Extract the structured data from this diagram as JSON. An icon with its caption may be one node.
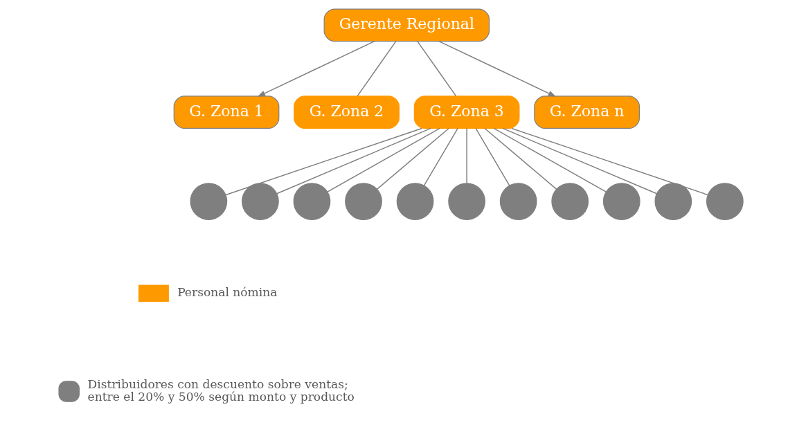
{
  "diagram": {
    "nodes": [
      {
        "text": [
          "Gerente Regional"
        ]
      },
      {
        "text": [
          "G. Zona 1"
        ]
      },
      {
        "text": [
          "G. Zona 2"
        ]
      },
      {
        "text": [
          "G. Zona 3"
        ]
      },
      {
        "text": [
          "G. Zona n"
        ]
      },
      {
        "text": [],
        "shape": "circle"
      },
      {
        "text": [],
        "shape": "circle"
      },
      {
        "text": [],
        "shape": "circle"
      },
      {
        "text": [],
        "shape": "circle"
      },
      {
        "text": [],
        "shape": "circle"
      },
      {
        "text": [],
        "shape": "circle"
      },
      {
        "text": [],
        "shape": "circle"
      },
      {
        "text": [],
        "shape": "circle"
      },
      {
        "text": [],
        "shape": "circle"
      },
      {
        "text": [],
        "shape": "circle"
      },
      {
        "text": [],
        "shape": "circle"
      }
    ],
    "edges": [
      {
        "from": 0,
        "to": 1,
        "arrow": "to"
      },
      {
        "from": 0,
        "to": 2,
        "arrow": "none"
      },
      {
        "from": 0,
        "to": 3,
        "arrow": "none"
      },
      {
        "from": 0,
        "to": 4,
        "arrow": "to"
      },
      {
        "from": 3,
        "to": 5,
        "arrow": "none"
      },
      {
        "from": 3,
        "to": 6,
        "arrow": "none"
      },
      {
        "from": 3,
        "to": 7,
        "arrow": "none"
      },
      {
        "from": 3,
        "to": 8,
        "arrow": "none"
      },
      {
        "from": 3,
        "to": 9,
        "arrow": "none"
      },
      {
        "from": 3,
        "to": 10,
        "arrow": "none"
      },
      {
        "from": 3,
        "to": 11,
        "arrow": "none"
      },
      {
        "from": 3,
        "to": 12,
        "arrow": "none"
      },
      {
        "from": 3,
        "to": 13,
        "arrow": "none"
      },
      {
        "from": 3,
        "to": 14,
        "arrow": "none"
      },
      {
        "from": 3,
        "to": 15,
        "arrow": "none"
      }
    ],
    "legend": [
      {
        "text": "Personal nómina",
        "color": "#ff9900"
      },
      {
        "text": "Distribuidores con descuento sobre ventas; entre el 20% y 50% según monto y producto"
      }
    ]
  }
}
